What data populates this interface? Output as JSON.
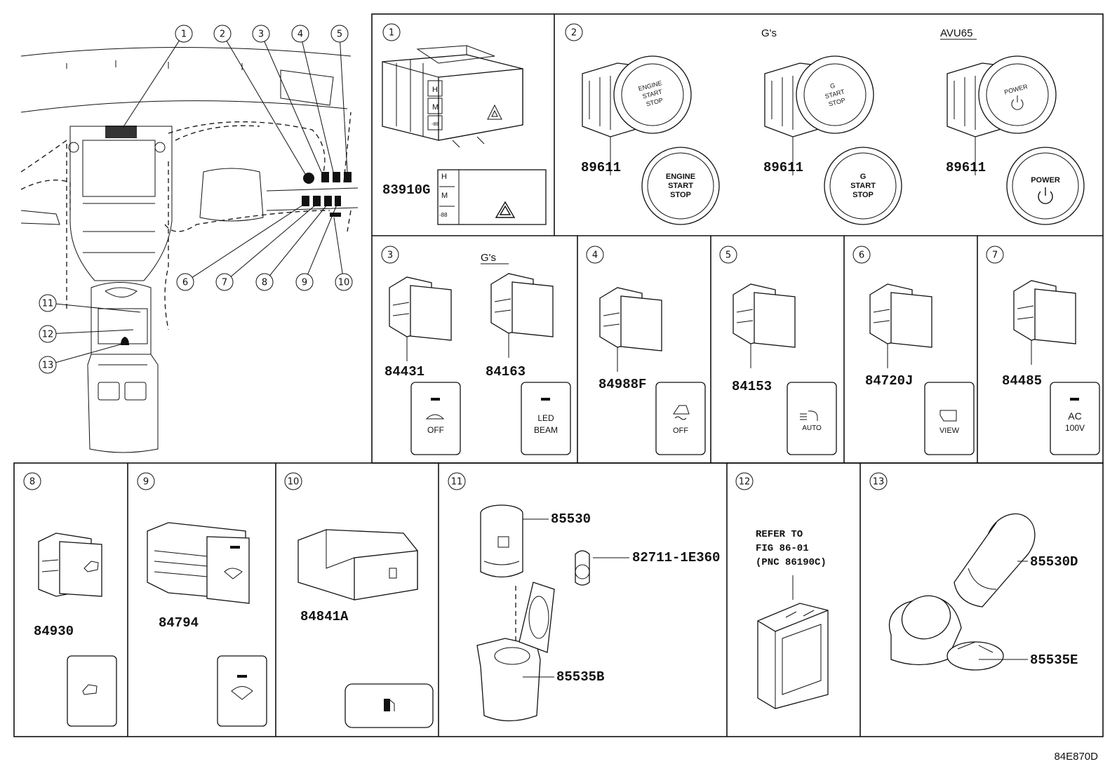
{
  "diagram_code": "84E870D",
  "overview": {
    "callouts": [
      "1",
      "2",
      "3",
      "4",
      "5",
      "6",
      "7",
      "8",
      "9",
      "10",
      "11",
      "12",
      "13"
    ]
  },
  "panels": [
    {
      "num": "1",
      "parts": [
        "83910G"
      ],
      "switch": {
        "H": "H",
        "M": "M",
        "L": "-88"
      }
    },
    {
      "num": "2",
      "variant_labels": [
        "G's",
        "AVU65"
      ],
      "parts": [
        "89611",
        "89611",
        "89611"
      ],
      "buttons": [
        {
          "line1": "ENGINE",
          "line2": "START",
          "line3": "STOP"
        },
        {
          "line1": "G",
          "line2": "START",
          "line3": "STOP"
        },
        {
          "line1": "POWER"
        }
      ]
    },
    {
      "num": "3",
      "variant_labels": [
        "G's"
      ],
      "parts": [
        "84431",
        "84163"
      ],
      "face_texts": [
        "OFF",
        "LED",
        "BEAM"
      ]
    },
    {
      "num": "4",
      "parts": [
        "84988F"
      ],
      "face_texts": [
        "OFF"
      ]
    },
    {
      "num": "5",
      "parts": [
        "84153"
      ],
      "face_texts": [
        "AUTO"
      ]
    },
    {
      "num": "6",
      "parts": [
        "84720J"
      ],
      "face_texts": [
        "VIEW"
      ]
    },
    {
      "num": "7",
      "parts": [
        "84485"
      ],
      "face_texts": [
        "AC",
        "100V"
      ]
    },
    {
      "num": "8",
      "parts": [
        "84930"
      ]
    },
    {
      "num": "9",
      "parts": [
        "84794"
      ]
    },
    {
      "num": "10",
      "parts": [
        "84841A"
      ]
    },
    {
      "num": "11",
      "parts": [
        "85530",
        "82711-1E360",
        "85535B"
      ]
    },
    {
      "num": "12",
      "note": [
        "REFER TO",
        "FIG 86-01",
        "(PNC 86190C)"
      ]
    },
    {
      "num": "13",
      "parts": [
        "85530D",
        "85535E"
      ]
    }
  ]
}
